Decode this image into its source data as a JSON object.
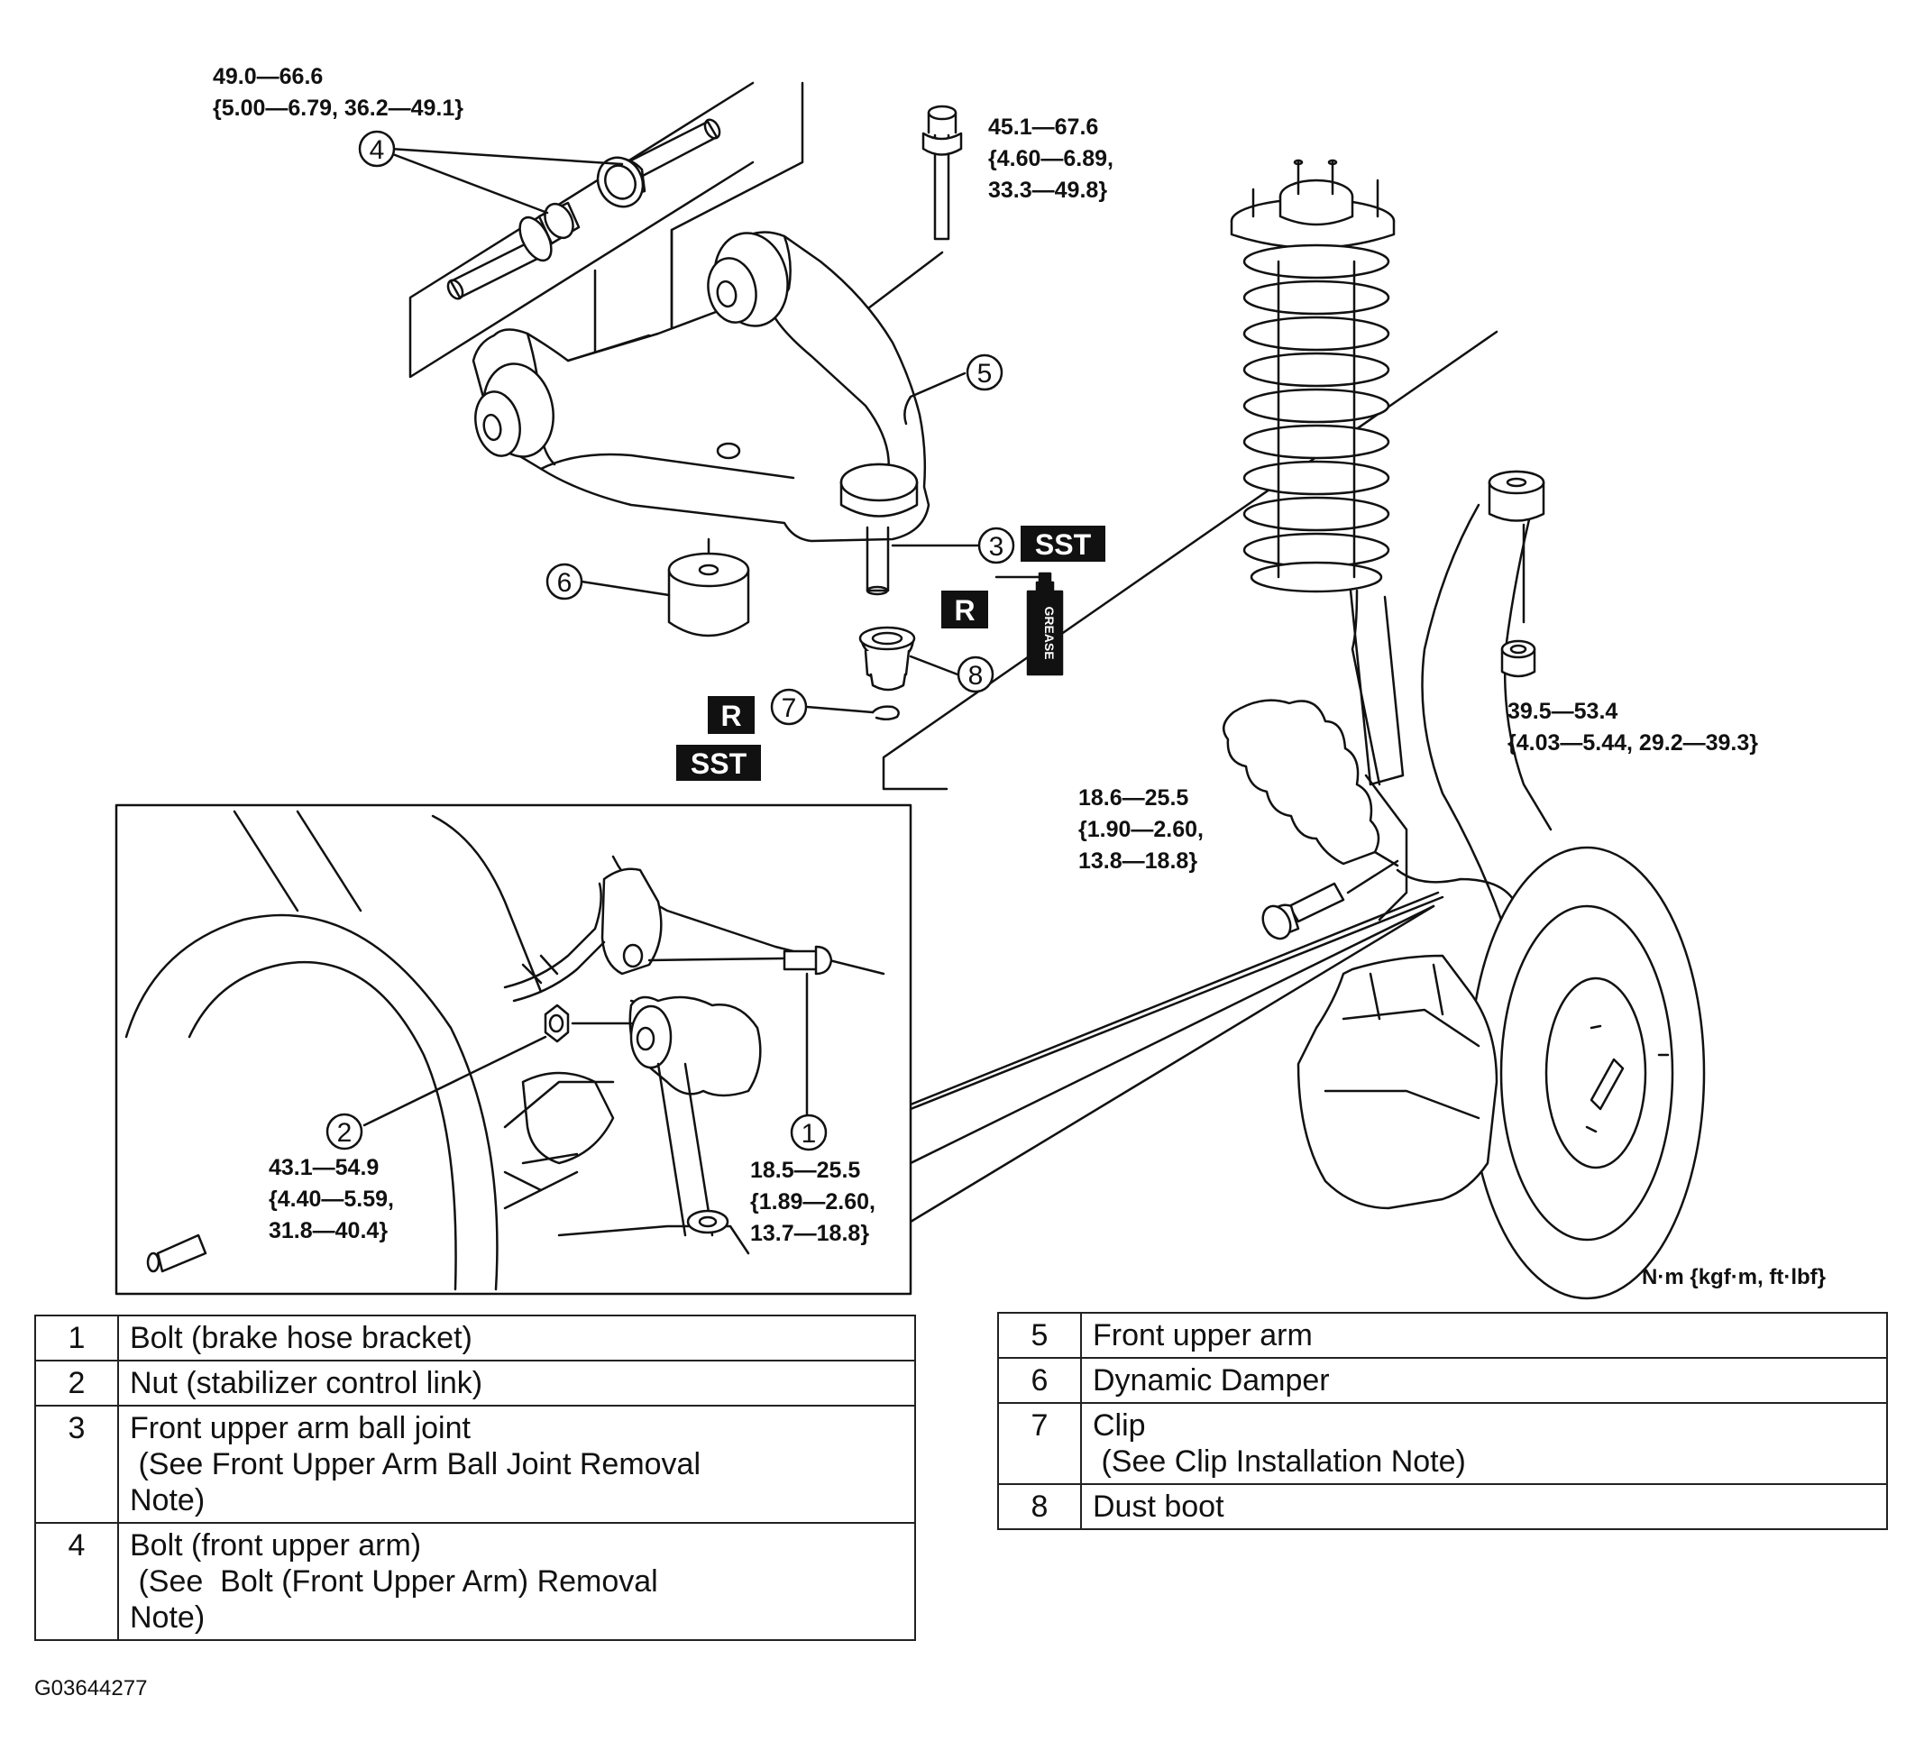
{
  "torque_specs": {
    "bolt_front_upper_arm": [
      "49.0—66.6",
      "{5.00—6.79, 36.2—49.1}"
    ],
    "bolt_ball_joint": [
      "45.1—67.6",
      "{4.60—6.89,",
      "33.3—49.8}"
    ],
    "nut_strut": [
      "39.5—53.4",
      "{4.03—5.44, 29.2—39.3}"
    ],
    "bolt_knuckle": [
      "18.6—25.5",
      "{1.90—2.60,",
      "13.8—18.8}"
    ],
    "nut_stabilizer_link": [
      "43.1—54.9",
      "{4.40—5.59,",
      "31.8—40.4}"
    ],
    "bolt_brake_hose_bracket": [
      "18.5—25.5",
      "{1.89—2.60,",
      "13.7—18.8}"
    ]
  },
  "callouts": [
    "1",
    "2",
    "3",
    "4",
    "5",
    "6",
    "7",
    "8"
  ],
  "badges": {
    "sst": "SST",
    "r": "R",
    "grease": "GREASE"
  },
  "units": "N·m {kgf·m, ft·lbf}",
  "figure_code": "G03644277",
  "legend": {
    "left": [
      {
        "num": "1",
        "lines": [
          "Bolt (brake hose bracket)"
        ]
      },
      {
        "num": "2",
        "lines": [
          "Nut (stabilizer control link)"
        ]
      },
      {
        "num": "3",
        "lines": [
          "Front upper arm ball joint",
          " (See Front Upper Arm Ball Joint Removal",
          "Note)"
        ]
      },
      {
        "num": "4",
        "lines": [
          "Bolt (front upper arm)",
          " (See  Bolt (Front Upper Arm) Removal",
          "Note)"
        ]
      }
    ],
    "right": [
      {
        "num": "5",
        "lines": [
          "Front upper arm"
        ]
      },
      {
        "num": "6",
        "lines": [
          "Dynamic Damper"
        ]
      },
      {
        "num": "7",
        "lines": [
          "Clip",
          " (See Clip Installation Note)"
        ]
      },
      {
        "num": "8",
        "lines": [
          "Dust boot"
        ]
      }
    ]
  }
}
